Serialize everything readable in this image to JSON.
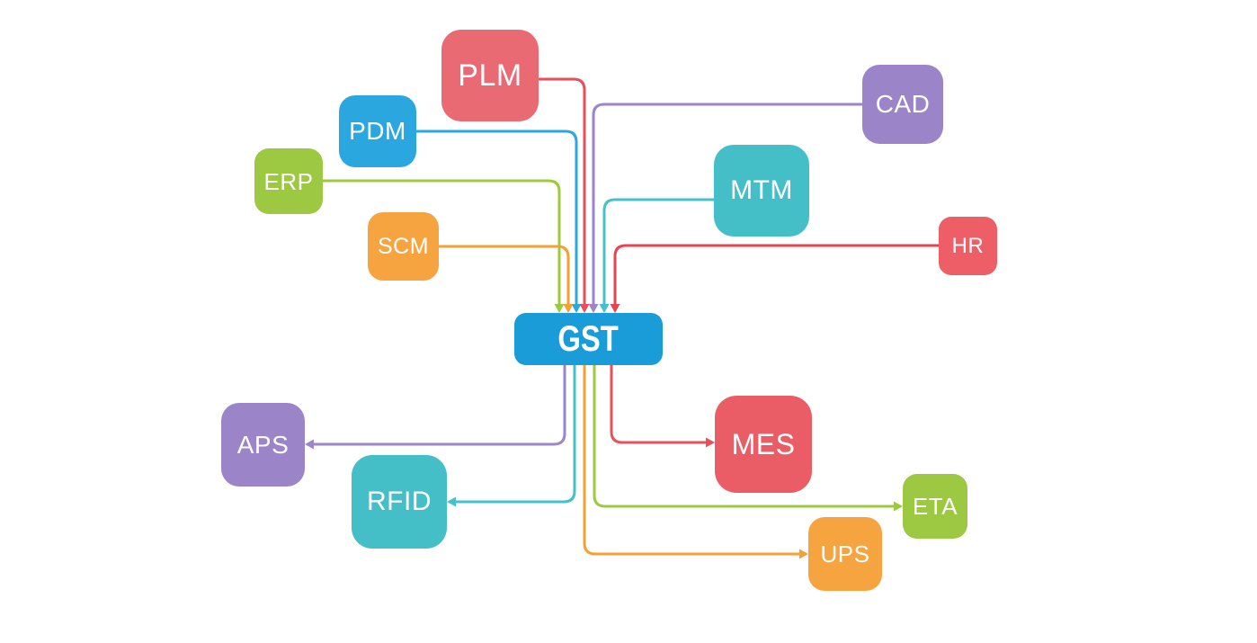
{
  "diagram": {
    "nodes": [
      {
        "id": "GST",
        "label": "GST",
        "color": "#1A9CD8",
        "role": "hub"
      },
      {
        "id": "PLM",
        "label": "PLM",
        "color": "#E96A73",
        "role": "input"
      },
      {
        "id": "PDM",
        "label": "PDM",
        "color": "#2AA7DF",
        "role": "input"
      },
      {
        "id": "ERP",
        "label": "ERP",
        "color": "#9CC842",
        "role": "input"
      },
      {
        "id": "SCM",
        "label": "SCM",
        "color": "#F6A440",
        "role": "input"
      },
      {
        "id": "CAD",
        "label": "CAD",
        "color": "#9B84C7",
        "role": "input"
      },
      {
        "id": "MTM",
        "label": "MTM",
        "color": "#44BFC7",
        "role": "input"
      },
      {
        "id": "HR",
        "label": "HR",
        "color": "#ED5E66",
        "role": "input"
      },
      {
        "id": "APS",
        "label": "APS",
        "color": "#9B84C7",
        "role": "output"
      },
      {
        "id": "RFID",
        "label": "RFID",
        "color": "#44BFC7",
        "role": "output"
      },
      {
        "id": "MES",
        "label": "MES",
        "color": "#EA5D66",
        "role": "output"
      },
      {
        "id": "ETA",
        "label": "ETA",
        "color": "#9CC842",
        "role": "output"
      },
      {
        "id": "UPS",
        "label": "UPS",
        "color": "#F6A440",
        "role": "output"
      }
    ],
    "edges": [
      {
        "from": "PLM",
        "to": "GST",
        "color": "#E84F5B"
      },
      {
        "from": "PDM",
        "to": "GST",
        "color": "#2AA9E0"
      },
      {
        "from": "ERP",
        "to": "GST",
        "color": "#9DC93F"
      },
      {
        "from": "SCM",
        "to": "GST",
        "color": "#F5A033"
      },
      {
        "from": "CAD",
        "to": "GST",
        "color": "#9C85C8"
      },
      {
        "from": "MTM",
        "to": "GST",
        "color": "#45C2C9"
      },
      {
        "from": "HR",
        "to": "GST",
        "color": "#E8434F"
      },
      {
        "from": "GST",
        "to": "APS",
        "color": "#9C85C8"
      },
      {
        "from": "GST",
        "to": "RFID",
        "color": "#45C2C9"
      },
      {
        "from": "GST",
        "to": "MES",
        "color": "#E8505C"
      },
      {
        "from": "GST",
        "to": "ETA",
        "color": "#9DC93F"
      },
      {
        "from": "GST",
        "to": "UPS",
        "color": "#F5A033"
      }
    ]
  }
}
